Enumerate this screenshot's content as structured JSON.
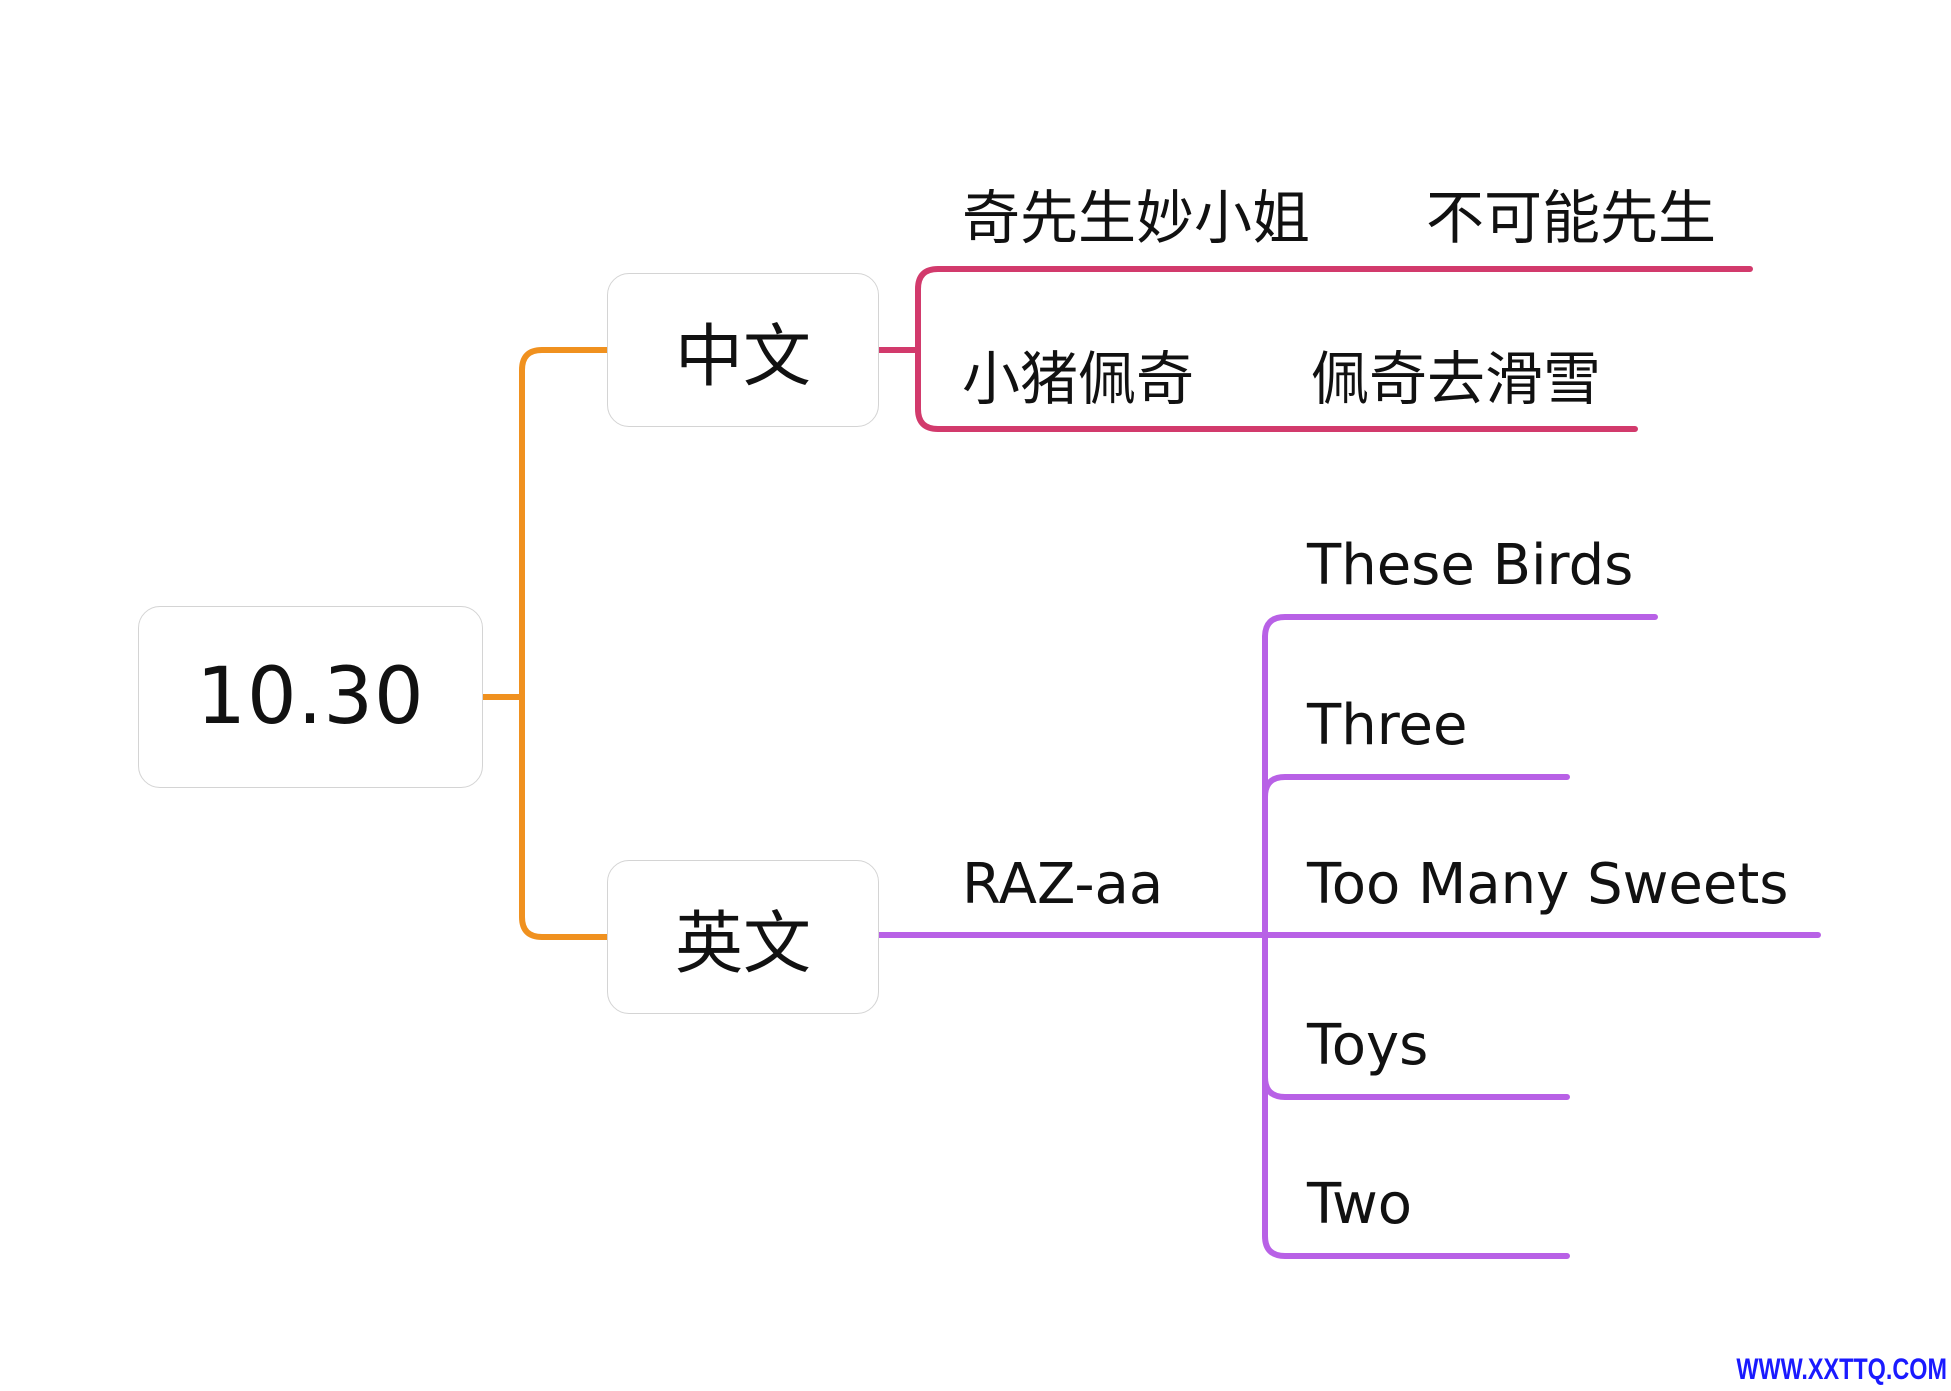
{
  "colors": {
    "root_branch": "#f0911f",
    "chinese_branch": "#d23a6c",
    "english_branch": "#b861e6",
    "node_border": "#d4d4d4",
    "watermark": "#1a1aff"
  },
  "root": {
    "label": "10.30"
  },
  "chinese": {
    "label": "中文",
    "books": [
      {
        "row": [
          "奇先生妙小姐",
          "不可能先生"
        ]
      },
      {
        "row": [
          "小猪佩奇",
          "佩奇去滑雪"
        ]
      }
    ]
  },
  "english": {
    "label": "英文",
    "series": {
      "label": "RAZ-aa",
      "books": [
        "These Birds",
        "Three",
        "Too Many Sweets",
        "Toys",
        "Two"
      ]
    }
  },
  "watermark": "WWW.XXTTQ.COM"
}
